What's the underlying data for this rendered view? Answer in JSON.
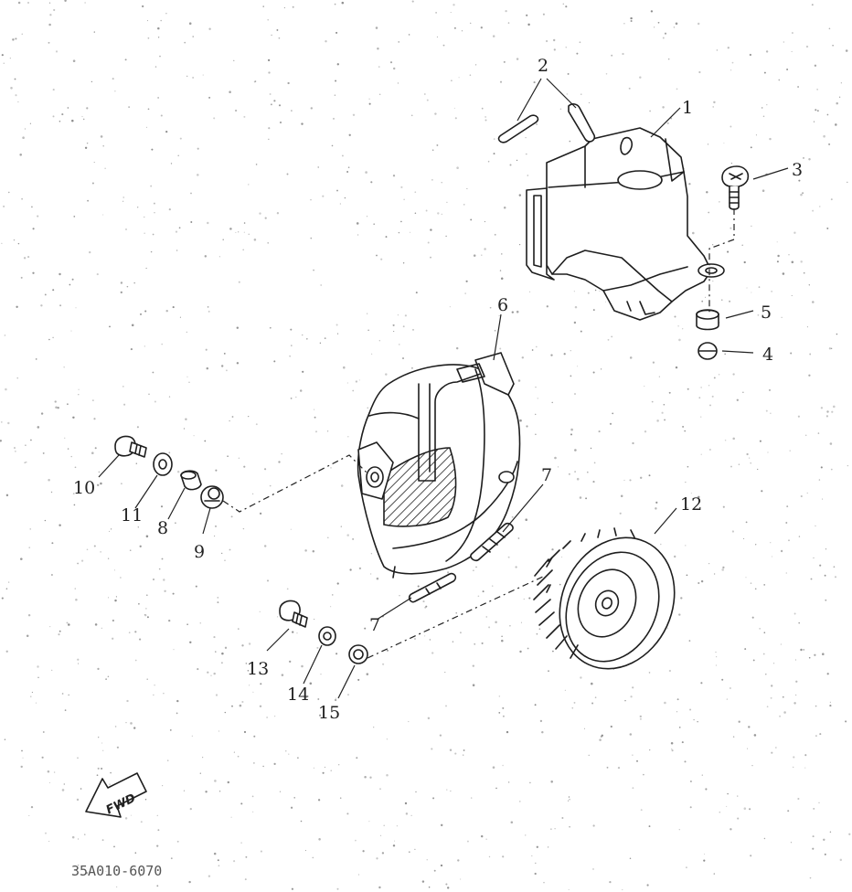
{
  "diagram": {
    "drawing_code": "35A010-6070",
    "direction_badge": "FWD",
    "callouts": {
      "p1": "1",
      "p2": "2",
      "p3": "3",
      "p4": "4",
      "p5": "5",
      "p6": "6",
      "p7a": "7",
      "p7b": "7",
      "p8": "8",
      "p9": "9",
      "p10": "10",
      "p11": "11",
      "p12": "12",
      "p13": "13",
      "p14": "14",
      "p15": "15"
    }
  }
}
